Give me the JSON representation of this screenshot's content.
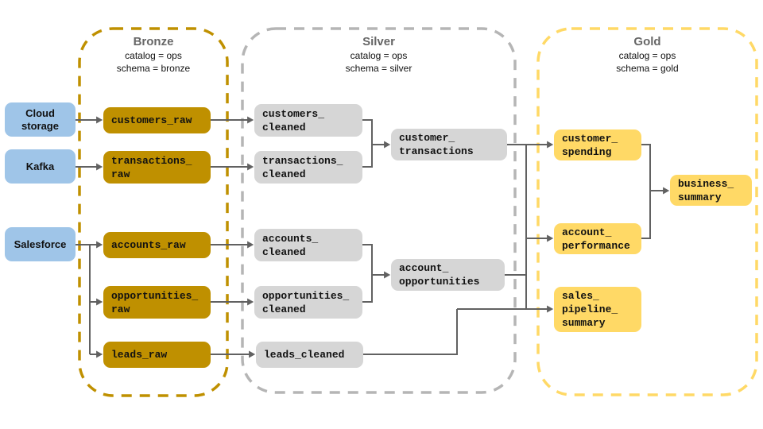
{
  "zones": {
    "bronze": {
      "title": "Bronze",
      "catalog": "catalog = ops",
      "schema": "schema = bronze",
      "border_color": "#bf9000",
      "node_color": "#bf9000"
    },
    "silver": {
      "title": "Silver",
      "catalog": "catalog = ops",
      "schema": "schema = silver",
      "border_color": "#b5b5b5",
      "node_color": "#d6d6d6"
    },
    "gold": {
      "title": "Gold",
      "catalog": "catalog = ops",
      "schema": "schema = gold",
      "border_color": "#ffd966",
      "node_color": "#ffd966"
    }
  },
  "sources": {
    "cloud_storage": {
      "label": "Cloud\nstorage"
    },
    "kafka": {
      "label": "Kafka"
    },
    "salesforce": {
      "label": "Salesforce"
    }
  },
  "tables": {
    "customers_raw": {
      "zone": "bronze",
      "label": "customers_raw"
    },
    "transactions_raw": {
      "zone": "bronze",
      "label": "transactions_\nraw"
    },
    "accounts_raw": {
      "zone": "bronze",
      "label": "accounts_raw"
    },
    "opportunities_raw": {
      "zone": "bronze",
      "label": "opportunities_\nraw"
    },
    "leads_raw": {
      "zone": "bronze",
      "label": "leads_raw"
    },
    "customers_cleaned": {
      "zone": "silver",
      "label": "customers_\ncleaned"
    },
    "transactions_cleaned": {
      "zone": "silver",
      "label": "transactions_\ncleaned"
    },
    "customer_transactions": {
      "zone": "silver",
      "label": "customer_\ntransactions"
    },
    "accounts_cleaned": {
      "zone": "silver",
      "label": "accounts_\ncleaned"
    },
    "opportunities_cleaned": {
      "zone": "silver",
      "label": "opportunities_\ncleaned"
    },
    "account_opportunities": {
      "zone": "silver",
      "label": "account_\nopportunities"
    },
    "leads_cleaned": {
      "zone": "silver",
      "label": "leads_cleaned"
    },
    "customer_spending": {
      "zone": "gold",
      "label": "customer_\nspending"
    },
    "business_summary": {
      "zone": "gold",
      "label": "business_\nsummary"
    },
    "account_performance": {
      "zone": "gold",
      "label": "account_\nperformance"
    },
    "sales_pipeline_summary": {
      "zone": "gold",
      "label": "sales_\npipeline_\nsummary"
    }
  },
  "edges": [
    {
      "from": "cloud_storage",
      "to": "customers_raw"
    },
    {
      "from": "kafka",
      "to": "transactions_raw"
    },
    {
      "from": "salesforce",
      "to": "accounts_raw"
    },
    {
      "from": "salesforce",
      "to": "opportunities_raw"
    },
    {
      "from": "salesforce",
      "to": "leads_raw"
    },
    {
      "from": "customers_raw",
      "to": "customers_cleaned"
    },
    {
      "from": "transactions_raw",
      "to": "transactions_cleaned"
    },
    {
      "from": "accounts_raw",
      "to": "accounts_cleaned"
    },
    {
      "from": "opportunities_raw",
      "to": "opportunities_cleaned"
    },
    {
      "from": "leads_raw",
      "to": "leads_cleaned"
    },
    {
      "from": "customers_cleaned",
      "to": "customer_transactions"
    },
    {
      "from": "transactions_cleaned",
      "to": "customer_transactions"
    },
    {
      "from": "accounts_cleaned",
      "to": "account_opportunities"
    },
    {
      "from": "opportunities_cleaned",
      "to": "account_opportunities"
    },
    {
      "from": "customer_transactions",
      "to": "customer_spending"
    },
    {
      "from": "customer_transactions",
      "to": "account_performance"
    },
    {
      "from": "customer_transactions",
      "to": "sales_pipeline_summary"
    },
    {
      "from": "account_opportunities",
      "to": "customer_spending"
    },
    {
      "from": "account_opportunities",
      "to": "account_performance"
    },
    {
      "from": "account_opportunities",
      "to": "sales_pipeline_summary"
    },
    {
      "from": "leads_cleaned",
      "to": "sales_pipeline_summary"
    },
    {
      "from": "customer_spending",
      "to": "business_summary"
    },
    {
      "from": "account_performance",
      "to": "business_summary"
    }
  ],
  "colors": {
    "source_node": "#9fc5e8",
    "bronze": "#bf9000",
    "silver_node": "#d6d6d6",
    "silver_border": "#b5b5b5",
    "gold": "#ffd966",
    "arrow": "#616161",
    "zone_title_text": "#666666",
    "node_text": "#111111",
    "background": "#ffffff"
  }
}
